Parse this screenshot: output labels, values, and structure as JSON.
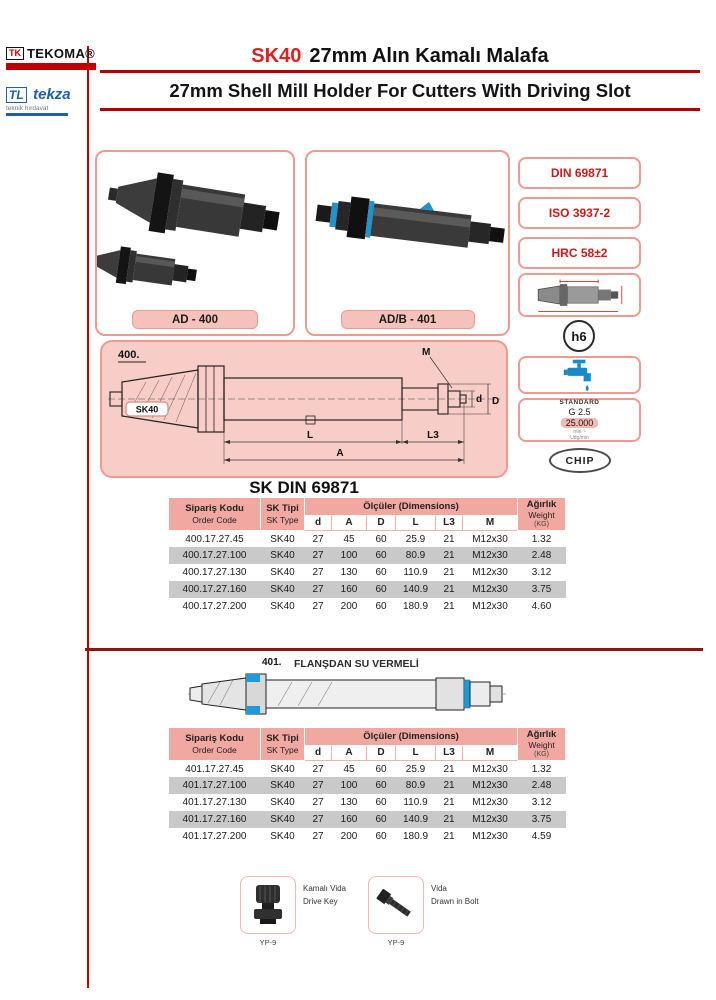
{
  "header": {
    "brand1": {
      "icon": "TK",
      "name": "TEKOMA®"
    },
    "brand2": {
      "icon": "TL",
      "name": "tekza",
      "tagline": "teknik hırdavat"
    },
    "title_code": "SK40",
    "title_tr": "27mm Alın Kamalı Malafa",
    "title_en": "27mm Shell Mill Holder For Cutters With Driving Slot"
  },
  "products": {
    "left_label": "AD - 400",
    "right_label": "AD/B - 401"
  },
  "specs": {
    "din": "DIN 69871",
    "iso": "ISO 3937-2",
    "hrc": "HRC 58±2",
    "h6": "h6",
    "standard": {
      "line1": "STANDARD",
      "line2": "G 2.5",
      "line3": "25.000",
      "line4": "min⁻¹",
      "line5": "Udg/min"
    },
    "chip": "CHIP"
  },
  "drawing1": {
    "ref": "400.",
    "shank": "SK40",
    "labels": {
      "M": "M",
      "d": "d",
      "D": "D",
      "L": "L",
      "L3": "L3",
      "A": "A"
    }
  },
  "section_title": "SK DIN 69871",
  "drawing2": {
    "ref": "401.",
    "title": "FLANŞDAN SU VERMELİ"
  },
  "table_headers": {
    "order_tr": "Sipariş Kodu",
    "order_en": "Order Code",
    "sk_tr": "SK Tipi",
    "sk_en": "SK Type",
    "dims_title": "Ölçüler (Dimensions)",
    "dims": [
      "d",
      "A",
      "D",
      "L",
      "L3",
      "M"
    ],
    "weight_tr": "Ağırlık",
    "weight_en": "Weight",
    "weight_unit": "(KG)"
  },
  "tables": [
    {
      "rows": [
        [
          "400.17.27.45",
          "SK40",
          "27",
          "45",
          "60",
          "25.9",
          "21",
          "M12x30",
          "1.32"
        ],
        [
          "400.17.27.100",
          "SK40",
          "27",
          "100",
          "60",
          "80.9",
          "21",
          "M12x30",
          "2.48"
        ],
        [
          "400.17.27.130",
          "SK40",
          "27",
          "130",
          "60",
          "110.9",
          "21",
          "M12x30",
          "3.12"
        ],
        [
          "400.17.27.160",
          "SK40",
          "27",
          "160",
          "60",
          "140.9",
          "21",
          "M12x30",
          "3.75"
        ],
        [
          "400.17.27.200",
          "SK40",
          "27",
          "200",
          "60",
          "180.9",
          "21",
          "M12x30",
          "4.60"
        ]
      ]
    },
    {
      "rows": [
        [
          "401.17.27.45",
          "SK40",
          "27",
          "45",
          "60",
          "25.9",
          "21",
          "M12x30",
          "1.32"
        ],
        [
          "401.17.27.100",
          "SK40",
          "27",
          "100",
          "60",
          "80.9",
          "21",
          "M12x30",
          "2.48"
        ],
        [
          "401.17.27.130",
          "SK40",
          "27",
          "130",
          "60",
          "110.9",
          "21",
          "M12x30",
          "3.12"
        ],
        [
          "401.17.27.160",
          "SK40",
          "27",
          "160",
          "60",
          "140.9",
          "21",
          "M12x30",
          "3.75"
        ],
        [
          "401.17.27.200",
          "SK40",
          "27",
          "200",
          "60",
          "180.9",
          "21",
          "M12x30",
          "4.59"
        ]
      ]
    }
  ],
  "accessories": [
    {
      "code": "YP-9",
      "label_tr": "Kamalı Vida",
      "label_en": "Drive Key"
    },
    {
      "code": "YP-9",
      "label_tr": "Vida",
      "label_en": "Drawn in Bolt"
    }
  ]
}
